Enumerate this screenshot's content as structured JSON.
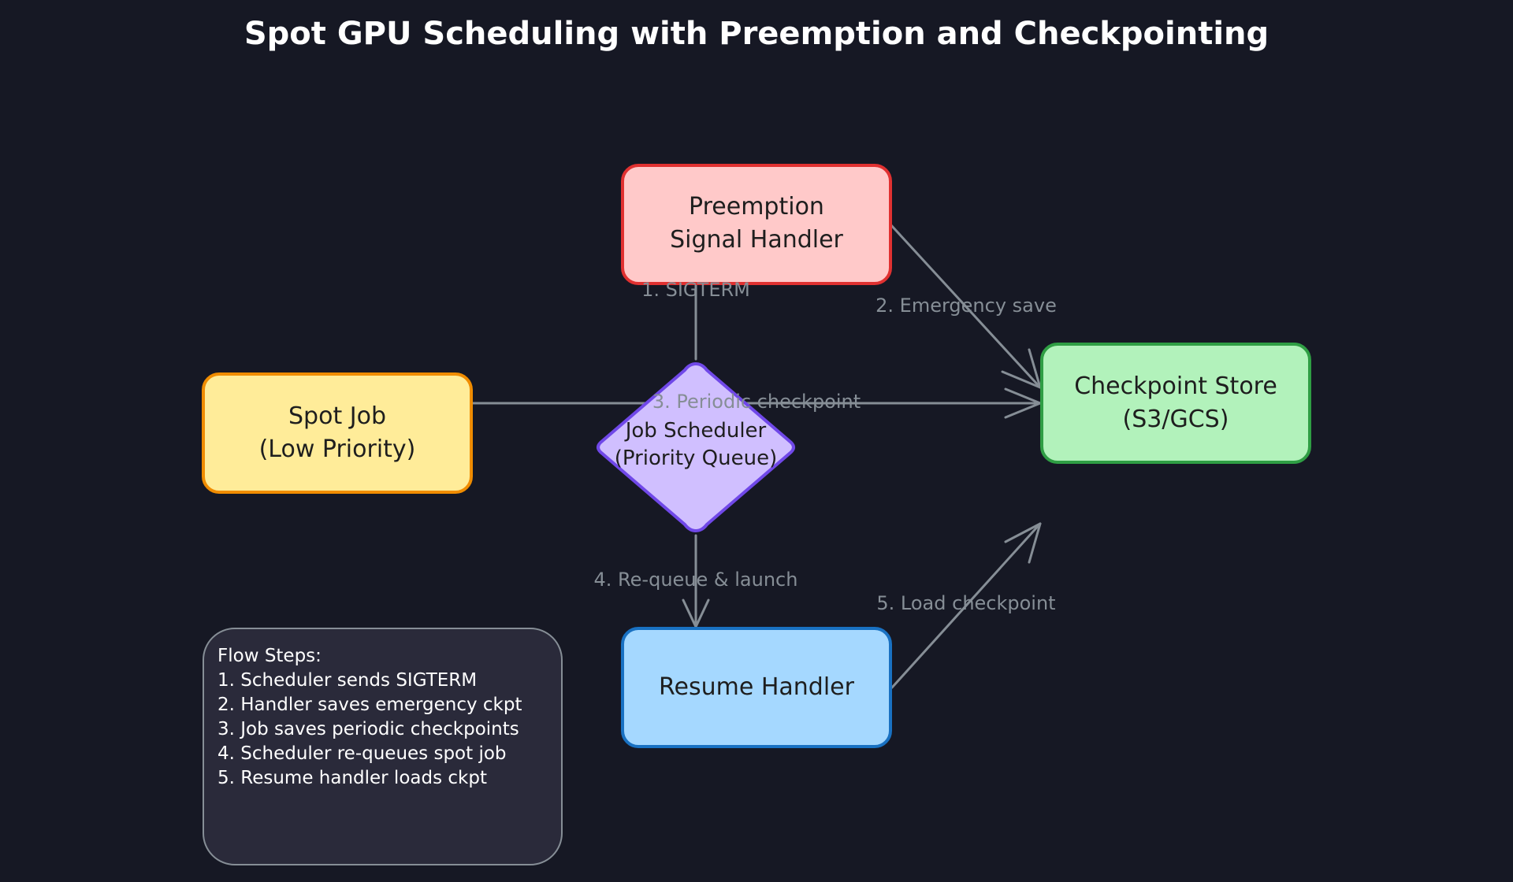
{
  "title": "Spot GPU Scheduling with Preemption and Checkpointing",
  "colors": {
    "background": "#161824",
    "preemption_fill": "#ffc9c9",
    "preemption_stroke": "#e03131",
    "spot_fill": "#ffec99",
    "spot_stroke": "#f08c00",
    "scheduler_fill": "#d0bfff",
    "scheduler_stroke": "#7048e8",
    "checkpoint_fill": "#b2f2bb",
    "checkpoint_stroke": "#2f9e44",
    "resume_fill": "#a5d8ff",
    "resume_stroke": "#1971c2",
    "note_fill": "#2a2a3a",
    "note_stroke": "#868e96",
    "edge": "#868e96"
  },
  "nodes": {
    "preemption": {
      "line1": "Preemption",
      "line2": "Signal Handler"
    },
    "spot_job": {
      "line1": "Spot Job",
      "line2": "(Low Priority)"
    },
    "scheduler": {
      "line1": "Job Scheduler",
      "line2": "(Priority Queue)"
    },
    "checkpoint_store": {
      "line1": "Checkpoint Store",
      "line2": "(S3/GCS)"
    },
    "resume": {
      "line1": "Resume Handler"
    }
  },
  "edges": {
    "e1": "1. SIGTERM",
    "e2": "2. Emergency save",
    "e3": "3. Periodic checkpoint",
    "e4": "4. Re-queue & launch",
    "e5": "5. Load checkpoint"
  },
  "notes": {
    "title": "Flow Steps:",
    "steps": [
      "1. Scheduler sends SIGTERM",
      "2. Handler saves emergency ckpt",
      "3. Job saves periodic checkpoints",
      "4. Scheduler re-queues spot job",
      "5. Resume handler loads ckpt"
    ]
  }
}
